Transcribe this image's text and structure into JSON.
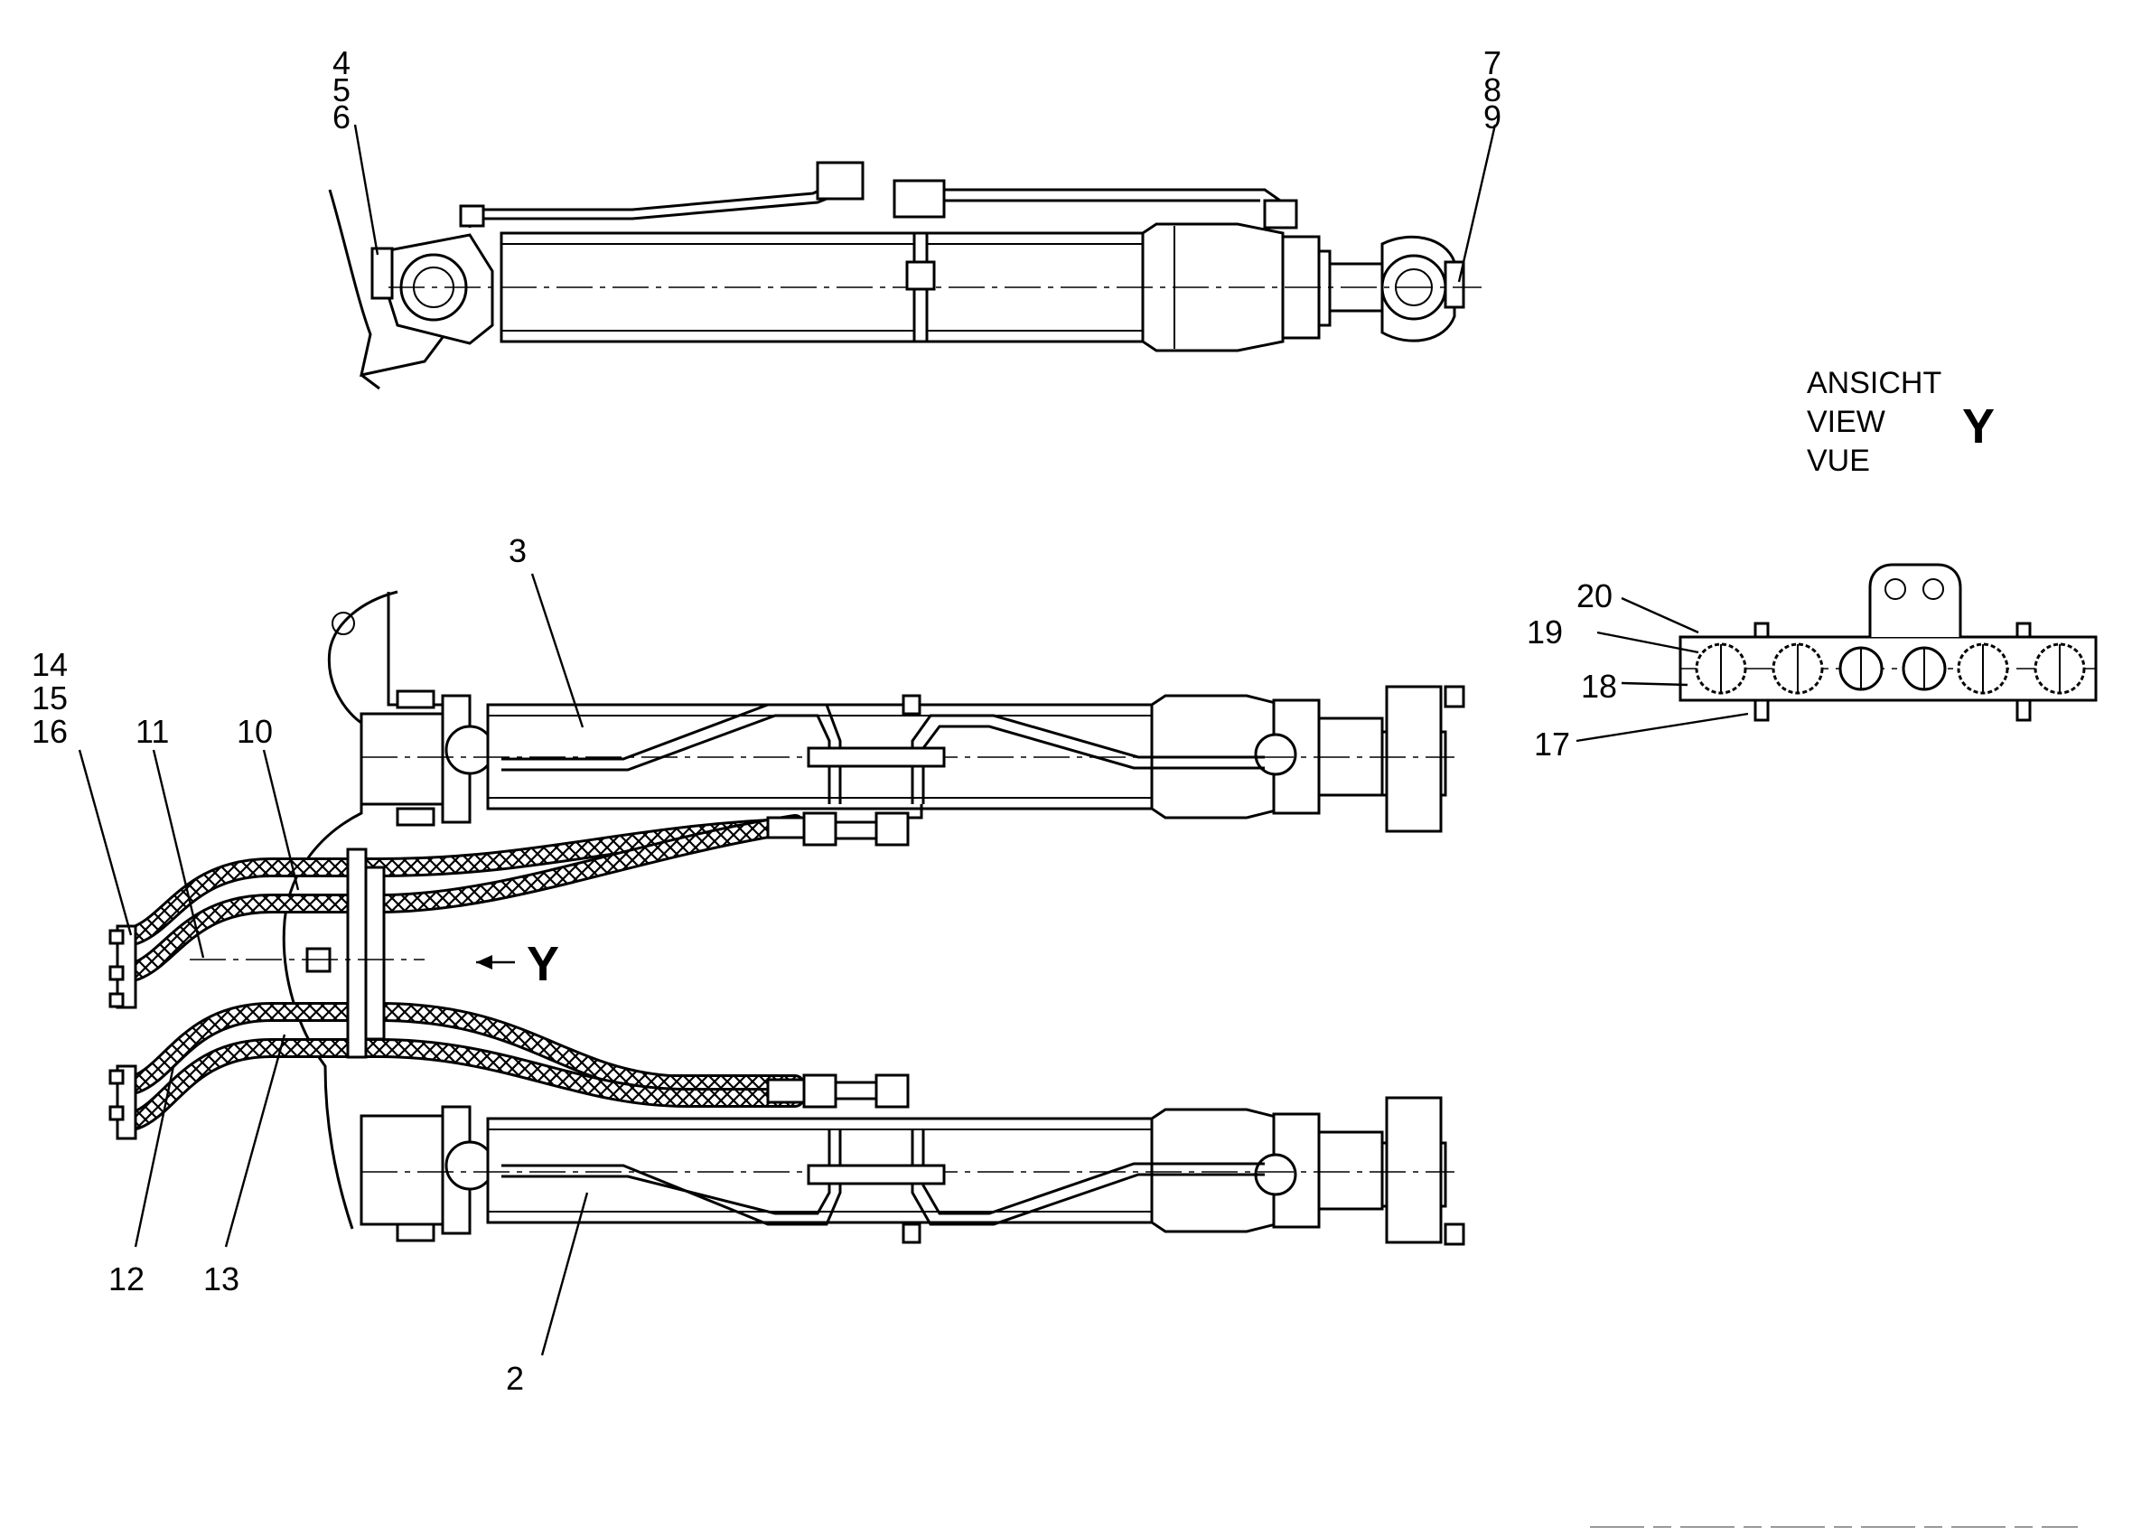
{
  "callouts": {
    "top_left_group": [
      "4",
      "5",
      "6"
    ],
    "top_right_group": [
      "7",
      "8",
      "9"
    ],
    "hose_group": [
      "14",
      "15",
      "16"
    ],
    "n2": "2",
    "n3": "3",
    "n10": "10",
    "n11": "11",
    "n12": "12",
    "n13": "13",
    "n17": "17",
    "n18": "18",
    "n19": "19",
    "n20": "20"
  },
  "view_label": {
    "lines": [
      "ANSICHT",
      "VIEW",
      "VUE"
    ],
    "letter": "Y"
  },
  "view_arrow_letter": "Y"
}
